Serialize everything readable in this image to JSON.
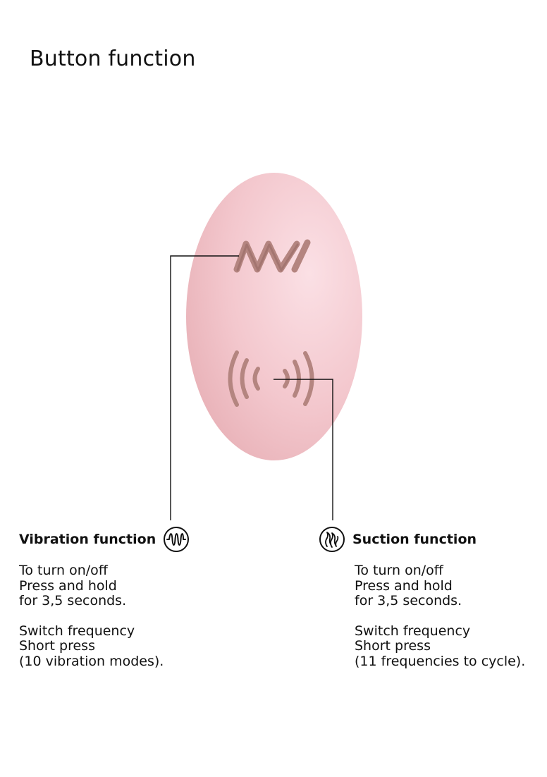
{
  "title": "Button function",
  "colors": {
    "device_light": "#f9d8de",
    "device_dark": "#e9b3b8",
    "button_cutout": "#b98680",
    "leader_line": "#111111"
  },
  "vibration": {
    "heading": "Vibration function",
    "icon": "vibration-wave-icon",
    "on_off": [
      "To turn on/off",
      "Press and hold",
      "for 3,5 seconds."
    ],
    "frequency": [
      "Switch frequency",
      "Short press",
      "(10 vibration modes)."
    ]
  },
  "suction": {
    "heading": "Suction function",
    "icon": "suction-flame-icon",
    "on_off": [
      "To turn on/off",
      "Press and hold",
      "for 3,5 seconds."
    ],
    "frequency": [
      "Switch frequency",
      "Short press",
      "(11 frequencies to cycle)."
    ]
  }
}
